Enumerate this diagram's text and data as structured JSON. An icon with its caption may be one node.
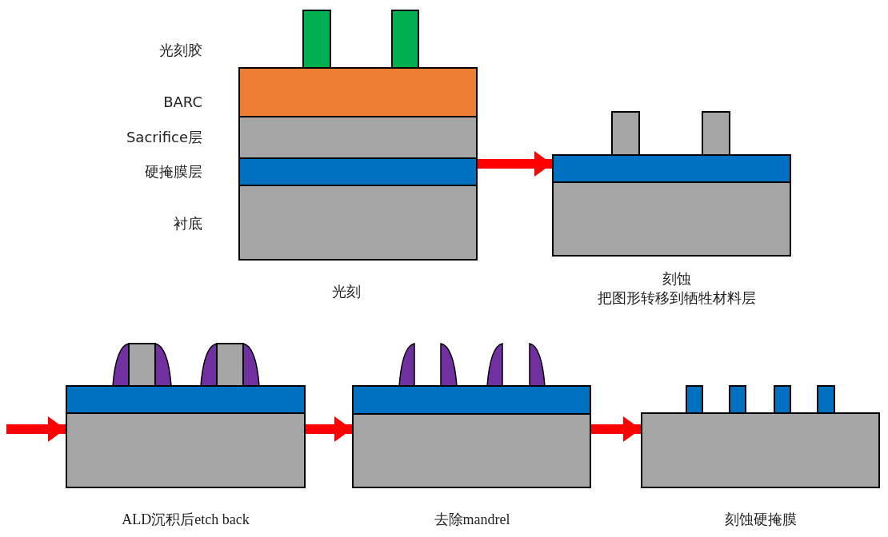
{
  "diagram": {
    "nodes": [
      {
        "text": [],
        "shape": "box",
        "beside": [
          "光刻"
        ]
      },
      {
        "text": [],
        "shape": "box",
        "beside": [
          "刻蚀",
          "把图形转移到牺牲材料层"
        ]
      },
      {
        "text": [],
        "shape": "box",
        "beside": [
          "ALD沉积后etch back"
        ]
      },
      {
        "text": [],
        "shape": "box",
        "beside": [
          "去除mandrel"
        ]
      },
      {
        "text": [],
        "shape": "box",
        "beside": [
          "刻蚀硬掩膜"
        ]
      }
    ],
    "edges": [
      {
        "from": 0,
        "to": 1,
        "arrow": "to"
      },
      {
        "from": null,
        "to": 2,
        "arrow": "to"
      },
      {
        "from": 2,
        "to": 3,
        "arrow": "to"
      },
      {
        "from": 3,
        "to": 4,
        "arrow": "to"
      }
    ],
    "labels": [
      "光刻胶",
      "BARC",
      "Sacrifice层",
      "硬掩膜层",
      "衬底"
    ]
  }
}
